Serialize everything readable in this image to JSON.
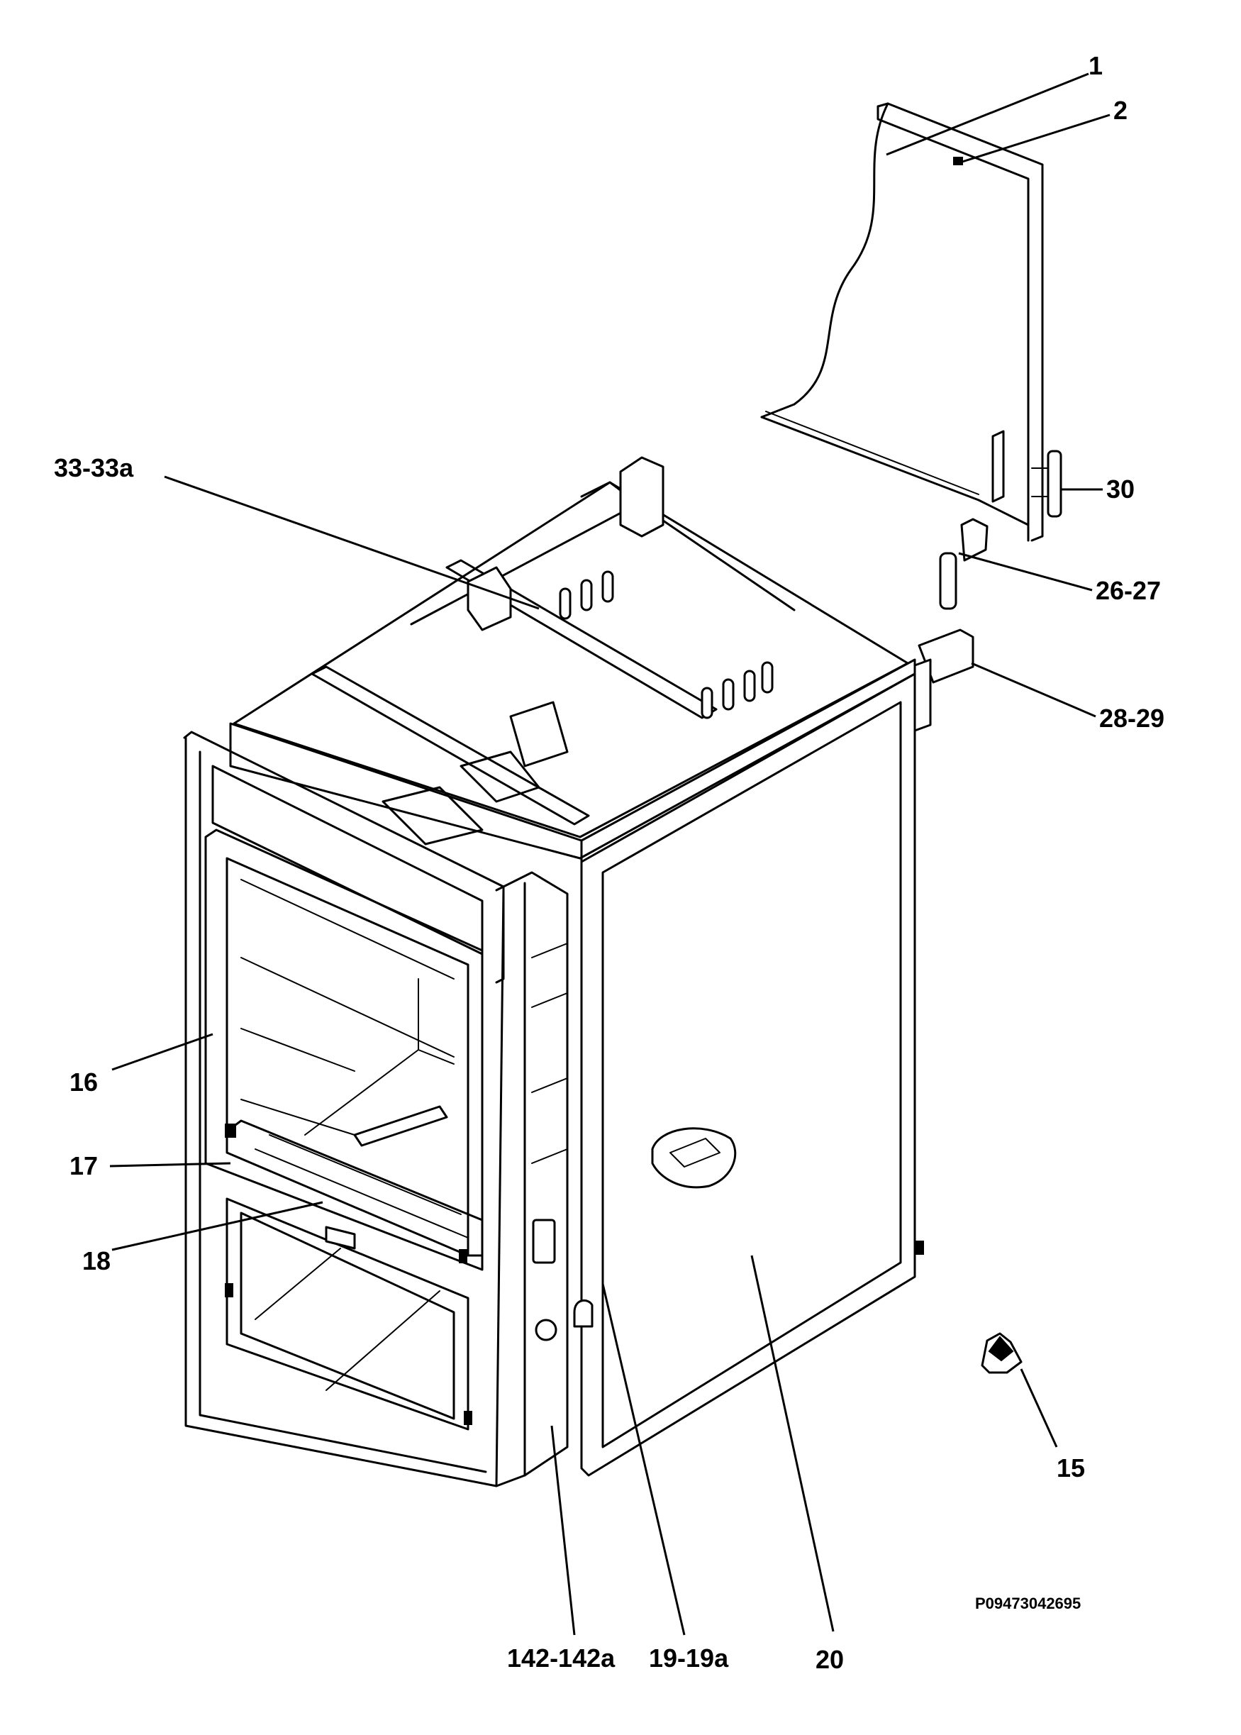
{
  "diagram": {
    "callouts": [
      {
        "id": "c1",
        "label": "1"
      },
      {
        "id": "c2",
        "label": "2"
      },
      {
        "id": "c30",
        "label": "30"
      },
      {
        "id": "c26",
        "label": "26-27"
      },
      {
        "id": "c28",
        "label": "28-29"
      },
      {
        "id": "c33",
        "label": "33-33a"
      },
      {
        "id": "c16",
        "label": "16"
      },
      {
        "id": "c17",
        "label": "17"
      },
      {
        "id": "c18",
        "label": "18"
      },
      {
        "id": "c15",
        "label": "15"
      },
      {
        "id": "c142",
        "label": "142-142a"
      },
      {
        "id": "c19",
        "label": "19-19a"
      },
      {
        "id": "c20",
        "label": "20"
      }
    ],
    "drawing_code": "P09473042695"
  }
}
